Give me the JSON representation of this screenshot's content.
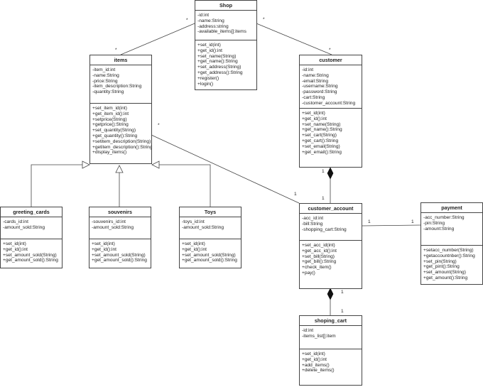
{
  "classes": {
    "shop": {
      "name": "Shop",
      "attributes": [
        "-id:int",
        "-name:String",
        "-address:string",
        "-available_items[]:items"
      ],
      "operations": [
        "+set_id(int)",
        "+get_id():int",
        "+set_name(String)",
        "+get_name():String",
        "+set_address(String)",
        "+get_address():String",
        "+register()",
        "+login()"
      ]
    },
    "items": {
      "name": "items",
      "attributes": [
        "-item_id:int",
        "-name:String",
        "-price:String",
        "-item_description:String",
        "-quantity:String"
      ],
      "operations": [
        "+set_item_id(int)",
        "+get_item_id():int",
        "+setprice(String)",
        "+getprice():String",
        "+set_quantity(String)",
        "+get_quantity():String",
        "+setitem_description(String)",
        "+getitem_description():String",
        "+display_items()"
      ]
    },
    "customer": {
      "name": "customer",
      "attributes": [
        "-id:int",
        "-name:String",
        "-email:String",
        "-username:String",
        "-password:String",
        "-cart:String",
        "-customer_account:String"
      ],
      "operations": [
        "+set_id(int)",
        "+get_id():int",
        "+set_name(String)",
        "+get_name():String",
        "+set_cart(String)",
        "+get_cart():String",
        "+set_email(String)",
        "+get_email():String"
      ]
    },
    "greeting_cards": {
      "name": "greeting_cards",
      "attributes": [
        "-cards_id:int",
        "-amount_sold:String"
      ],
      "operations": [
        "+set_id(int)",
        "+get_id():int",
        "+set_amount_sold(String)",
        "+get_amount_sold():String"
      ]
    },
    "souvenirs": {
      "name": "souvenirs",
      "attributes": [
        "-souvenirs_id:int",
        "-amount_sold:String"
      ],
      "operations": [
        "+set_id(int)",
        "+get_id():int",
        "+set_amount_sold(String)",
        "+get_amount_sold():String"
      ]
    },
    "toys": {
      "name": "Toys",
      "attributes": [
        "-toys_id:int",
        "-amount_sold:String"
      ],
      "operations": [
        "+set_id(int)",
        "+get_id():int",
        "+set_amount_sold(String)",
        "+get_amount_sold():String"
      ]
    },
    "customer_account": {
      "name": "customer_account",
      "attributes": [
        "-acc_id:int",
        "-bill:String",
        "-shopping_cart:String"
      ],
      "operations": [
        "+set_acc_id(int)",
        "+get_acc_id():int",
        "+set_bill(String)",
        "+get_bill():String",
        "+check_item()",
        "+pay()"
      ]
    },
    "payment": {
      "name": "payment",
      "attributes": [
        "-acc_number:String",
        "-pin:String",
        "-amount:String"
      ],
      "operations": [
        "+setacc_number(String)",
        "+getaccountnber():String",
        "+set_pin(String)",
        "+get_pint():String",
        "+set_amount(String)",
        "+get_amount():String"
      ]
    },
    "shoping_cart": {
      "name": "shoping_cart",
      "attributes": [
        "-id:int",
        "-items_list[]:item"
      ],
      "operations": [
        "+set_id(int)",
        "+get_id():int",
        "+add_items()",
        "+delete_items()"
      ]
    }
  },
  "multiplicities": {
    "shop_items_shop": "*",
    "shop_items_items": "*",
    "shop_customer_shop": "*",
    "shop_customer_customer": "*",
    "customer_account_customer": "1",
    "customer_account_account": "1",
    "items_account_items": "*",
    "items_account_account": "1",
    "account_payment_account": "1",
    "account_payment_payment": "1",
    "account_cart_account": "1",
    "account_cart_cart": "1"
  }
}
